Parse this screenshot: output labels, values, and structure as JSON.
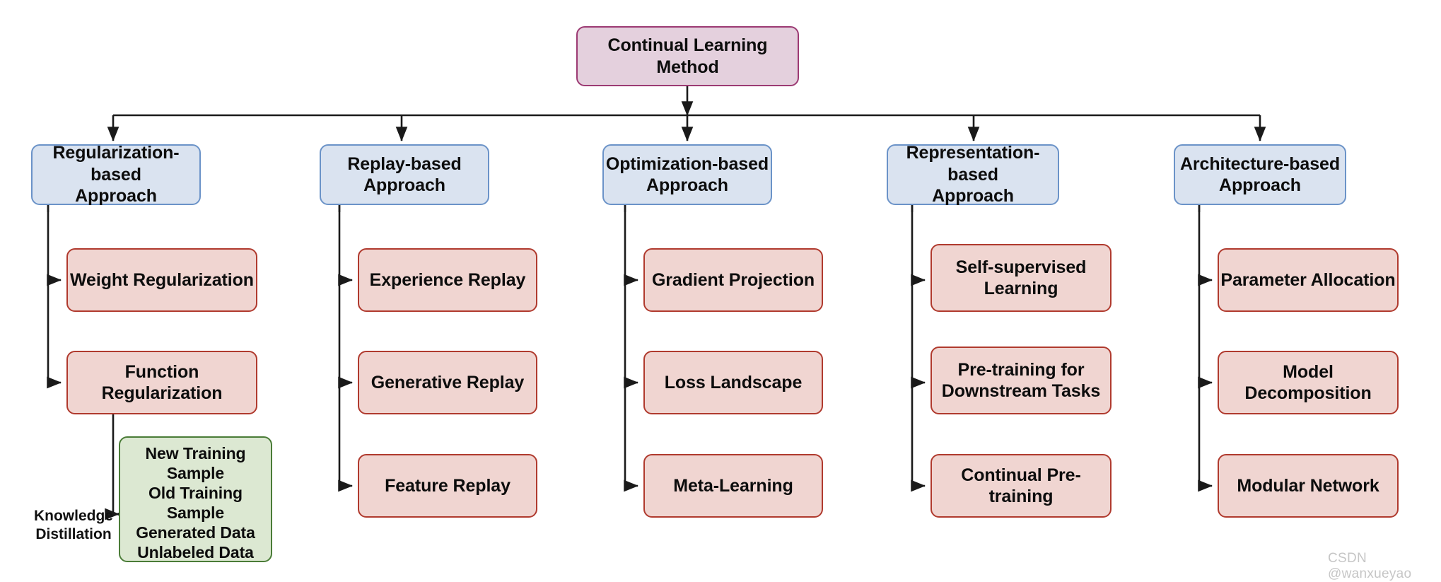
{
  "diagram": {
    "title": "Continual Learning Method taxonomy",
    "root": {
      "label": "Continual Learning Method",
      "fill": "#e4d0dd",
      "stroke": "#9c3a73"
    },
    "level2_fill": "#dae3f0",
    "level2_stroke": "#6b93c8",
    "level3_fill": "#f0d5d1",
    "level3_stroke": "#b03a2e",
    "group_fill": "#dce8d2",
    "group_stroke": "#4a7c37",
    "branches": [
      {
        "label": "Regularization-based\nApproach",
        "label_line1": "Regularization-based",
        "label_line2": "Approach",
        "children": [
          {
            "label": "Weight Regularization"
          },
          {
            "label": "Function Regularization"
          }
        ]
      },
      {
        "label": "Replay-based\nApproach",
        "label_line1": "Replay-based",
        "label_line2": "Approach",
        "children": [
          {
            "label": "Experience Replay"
          },
          {
            "label": "Generative Replay"
          },
          {
            "label": "Feature Replay"
          }
        ]
      },
      {
        "label": "Optimization-based\nApproach",
        "label_line1": "Optimization-based",
        "label_line2": "Approach",
        "children": [
          {
            "label": "Gradient Projection"
          },
          {
            "label": "Loss Landscape"
          },
          {
            "label": "Meta-Learning"
          }
        ]
      },
      {
        "label": "Representation-based\nApproach",
        "label_line1": "Representation-based",
        "label_line2": "Approach",
        "children": [
          {
            "label": "Self-supervised\nLearning",
            "line1": "Self-supervised",
            "line2": "Learning"
          },
          {
            "label": "Pre-training for\nDownstream Tasks",
            "line1": "Pre-training for",
            "line2": "Downstream Tasks"
          },
          {
            "label": "Continual Pre-training"
          }
        ]
      },
      {
        "label": "Architecture-based\nApproach",
        "label_line1": "Architecture-based",
        "label_line2": "Approach",
        "children": [
          {
            "label": "Parameter Allocation"
          },
          {
            "label": "Model Decomposition"
          },
          {
            "label": "Modular Network"
          }
        ]
      }
    ],
    "knowledge_distillation": {
      "edge_label_line1": "Knowledge",
      "edge_label_line2": "Distillation",
      "items": [
        "New Training Sample",
        "Old Training Sample",
        "Generated Data",
        "Unlabeled Data"
      ]
    }
  },
  "watermark": {
    "text": "CSDN @wanxueyao"
  }
}
